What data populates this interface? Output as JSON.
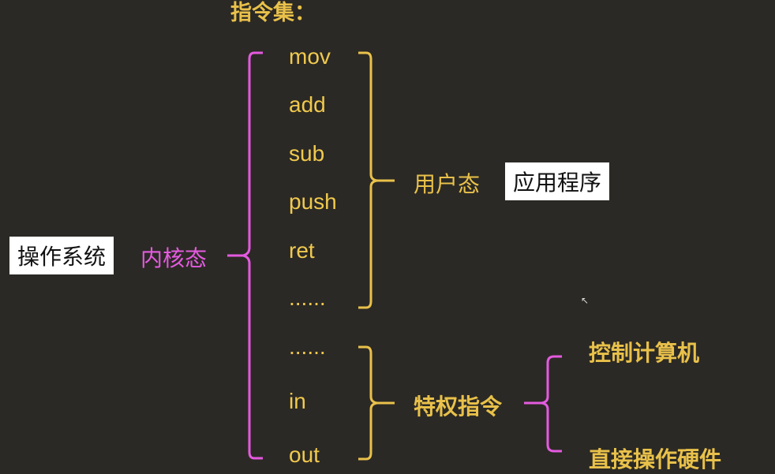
{
  "title": "指令集：",
  "os_label": "操作系统",
  "kernel_mode": "内核态",
  "user_mode": "用户态",
  "app_label": "应用程序",
  "privileged": "特权指令",
  "control_computer": "控制计算机",
  "direct_hw": "直接操作硬件",
  "instructions": [
    "mov",
    "add",
    "sub",
    "push",
    "ret",
    "......",
    "......",
    "in",
    "out"
  ],
  "colors": {
    "gold": "#e9c14a",
    "pink": "#e45ae0",
    "background": "#2b2925"
  }
}
